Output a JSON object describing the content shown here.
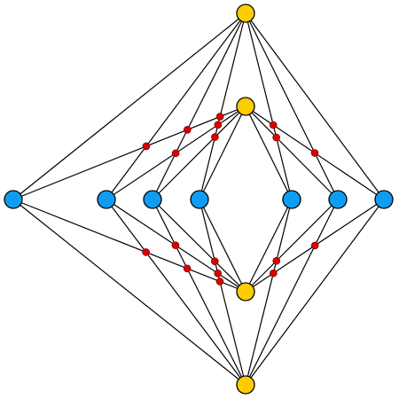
{
  "diagram": {
    "type": "graph",
    "colors": {
      "blue_node": "#0f9df2",
      "yellow_node": "#ffcc00",
      "crossing_marker": "#dd0000",
      "edge": "#000000",
      "outline": "#000000",
      "background": "#ffffff"
    },
    "nodes": [
      {
        "id": "Y1",
        "kind": "yellow"
      },
      {
        "id": "Y2",
        "kind": "yellow"
      },
      {
        "id": "Y3",
        "kind": "yellow"
      },
      {
        "id": "Y4",
        "kind": "yellow"
      },
      {
        "id": "B1",
        "kind": "blue"
      },
      {
        "id": "B2",
        "kind": "blue"
      },
      {
        "id": "B3",
        "kind": "blue"
      },
      {
        "id": "B4",
        "kind": "blue"
      },
      {
        "id": "B5",
        "kind": "blue"
      },
      {
        "id": "B6",
        "kind": "blue"
      },
      {
        "id": "B7",
        "kind": "blue"
      }
    ],
    "edges": [
      [
        "Y1",
        "B1"
      ],
      [
        "Y1",
        "B2"
      ],
      [
        "Y1",
        "B3"
      ],
      [
        "Y1",
        "B4"
      ],
      [
        "Y1",
        "B5"
      ],
      [
        "Y1",
        "B6"
      ],
      [
        "Y1",
        "B7"
      ],
      [
        "Y2",
        "B1"
      ],
      [
        "Y2",
        "B2"
      ],
      [
        "Y2",
        "B3"
      ],
      [
        "Y2",
        "B4"
      ],
      [
        "Y2",
        "B5"
      ],
      [
        "Y2",
        "B6"
      ],
      [
        "Y2",
        "B7"
      ],
      [
        "Y3",
        "B1"
      ],
      [
        "Y3",
        "B2"
      ],
      [
        "Y3",
        "B3"
      ],
      [
        "Y3",
        "B4"
      ],
      [
        "Y3",
        "B5"
      ],
      [
        "Y3",
        "B6"
      ],
      [
        "Y3",
        "B7"
      ],
      [
        "Y4",
        "B1"
      ],
      [
        "Y4",
        "B2"
      ],
      [
        "Y4",
        "B3"
      ],
      [
        "Y4",
        "B4"
      ],
      [
        "Y4",
        "B5"
      ],
      [
        "Y4",
        "B6"
      ],
      [
        "Y4",
        "B7"
      ]
    ],
    "crossing_marker_count": 18
  }
}
